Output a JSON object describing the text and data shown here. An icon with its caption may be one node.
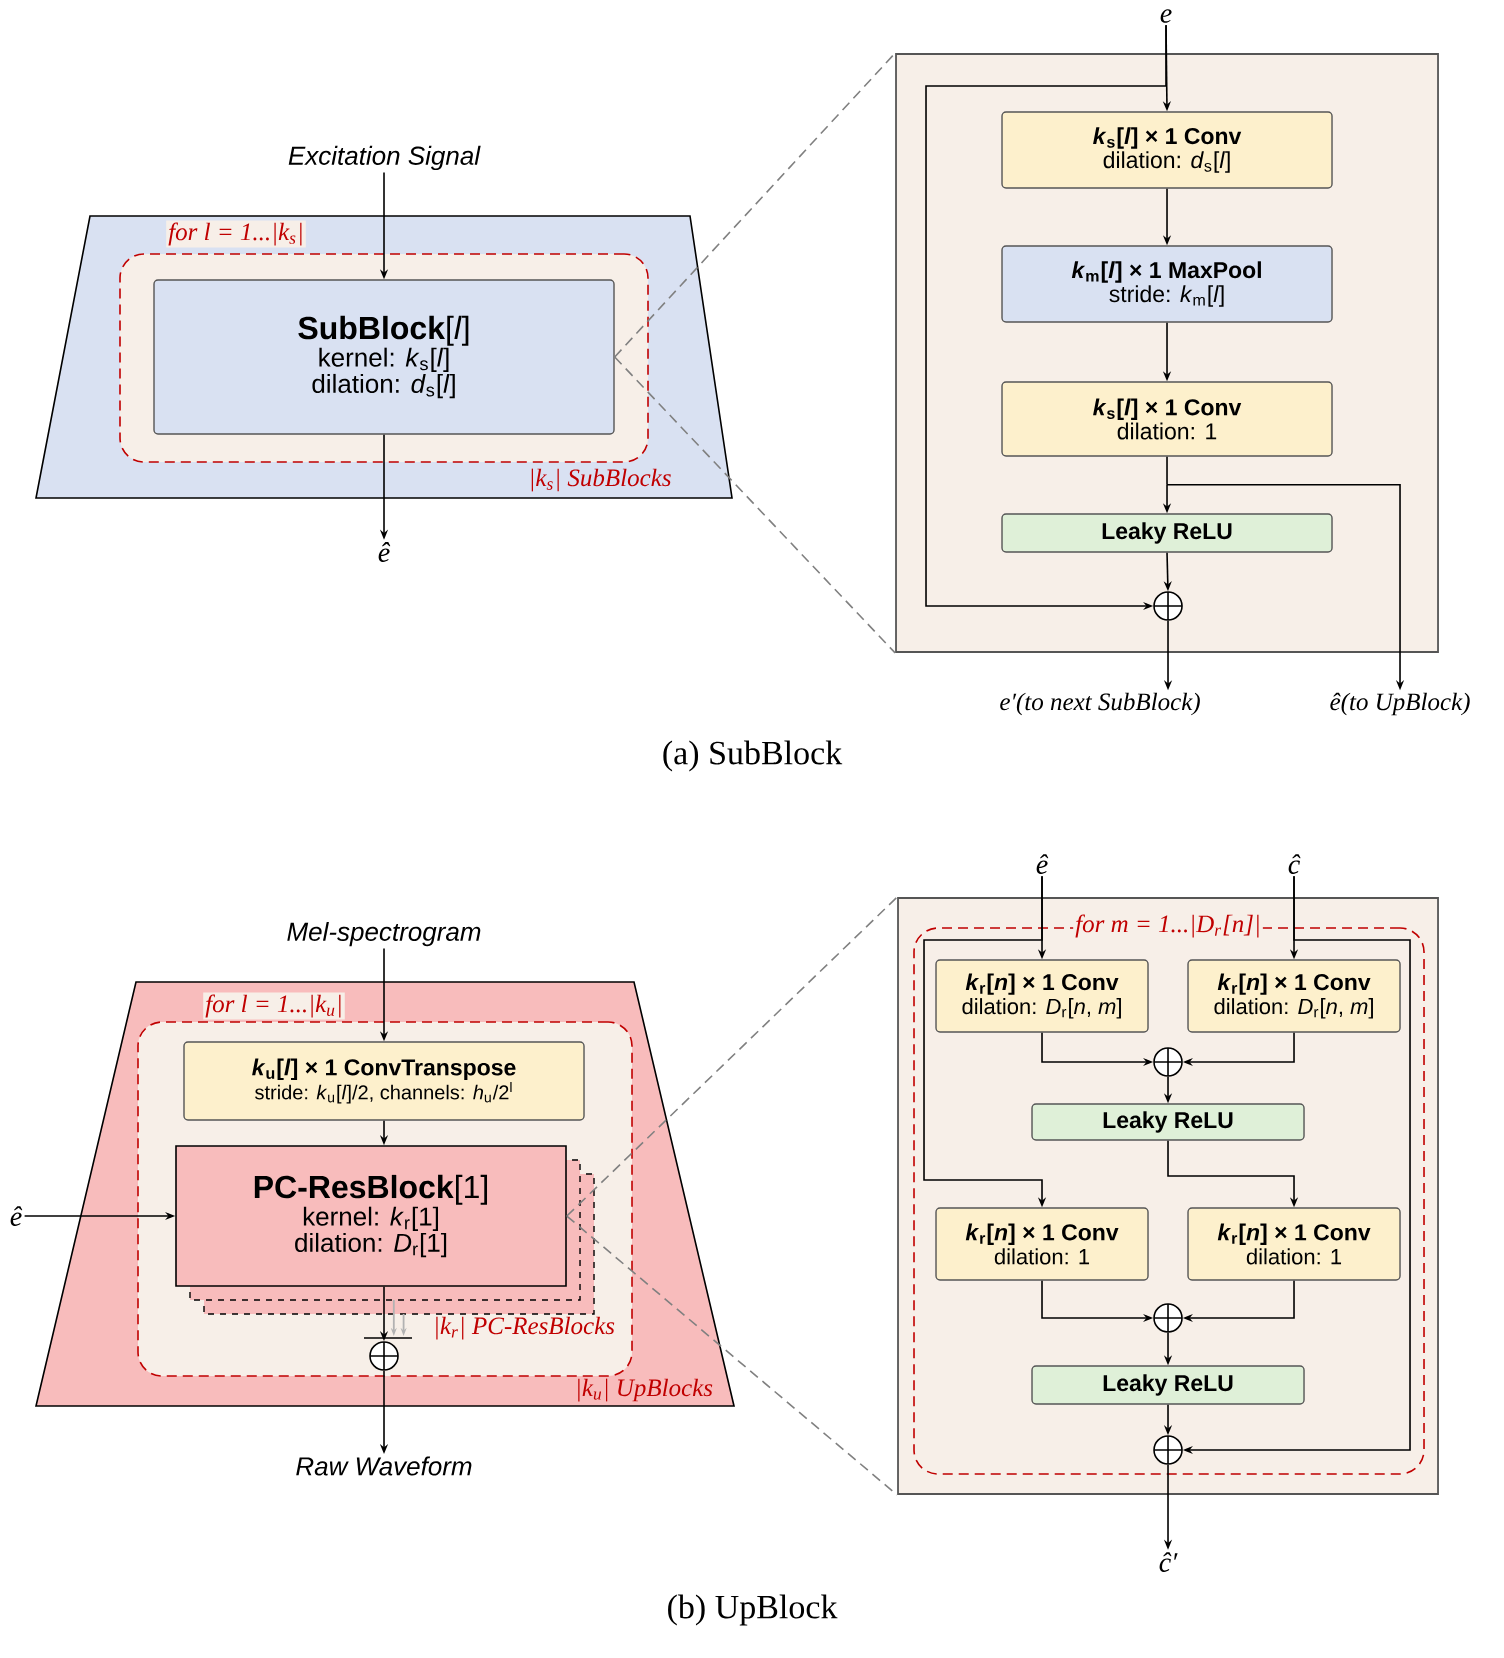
{
  "diagram": {
    "nodes": [
      {
        "text": [
          "Excitation Signal"
        ]
      },
      {
        "text": [
          "|k$_{s}$| SubBlocks"
        ]
      },
      {
        "text": [
          "for l = 1...|k$_{s}$|"
        ],
        "in": 1
      },
      {
        "text": [
          "**SubBlock**[*l*]",
          "kernel: *k*$_{s}$[*l*]",
          "dilation: *d*$_{s}$[*l*]"
        ],
        "in": 2
      },
      {
        "text": [
          "ê"
        ]
      },
      {
        "text": [
          "e"
        ]
      },
      {
        "text": [],
        "shape": "box"
      },
      {
        "text": [
          "*k*$_{s}$[*l*] × 1 Conv",
          "dilation: *d*$_{s}$[*l*]"
        ],
        "in": 6
      },
      {
        "text": [
          "*k*$_{m}$[*l*] × 1 MaxPool",
          "stride: *k*$_{m}$[*l*]"
        ],
        "in": 6
      },
      {
        "text": [
          "*k*$_{s}$[*l*] × 1 Conv",
          "dilation: 1"
        ],
        "in": 6
      },
      {
        "text": [
          "Leaky ReLU"
        ],
        "in": 6
      },
      {
        "text": [],
        "shape": "circle",
        "in": 6
      },
      {
        "text": [
          "e′(to next SubBlock)"
        ]
      },
      {
        "text": [
          "ê(to UpBlock)"
        ]
      },
      {
        "text": [
          "Mel-spectrogram"
        ]
      },
      {
        "text": [
          "|k$_{u}$| UpBlocks"
        ]
      },
      {
        "text": [
          "for l = 1...|k$_{u}$|"
        ],
        "in": 15
      },
      {
        "text": [
          "*k*$_{u}$[*l*] × 1 ConvTranspose",
          "stride: *k*$_{u}$[*l*]/2, channels: *h*$_{u}$/2$^{l}$"
        ],
        "in": 16
      },
      {
        "text": [
          "**PC-ResBlock**[1]",
          "kernel: *k*$_{r}$[1]",
          "dilation: *D*$_{r}$[1]"
        ],
        "beside": [
          "|k$_{r}$| PC-ResBlocks"
        ],
        "in": 16
      },
      {
        "text": [],
        "shape": "circle",
        "in": 16
      },
      {
        "text": [
          "ê"
        ]
      },
      {
        "text": [
          "Raw Waveform"
        ]
      },
      {
        "text": [
          "ê"
        ]
      },
      {
        "text": [
          "ĉ"
        ]
      },
      {
        "text": [],
        "shape": "box"
      },
      {
        "text": [
          "for m = 1...|D$_{r}$[n]|"
        ],
        "in": 24
      },
      {
        "text": [
          "*k*$_{r}$[*n*] × 1 Conv",
          "dilation: *D*$_{r}$[*n*, *m*]"
        ],
        "in": 25
      },
      {
        "text": [
          "*k*$_{r}$[*n*] × 1 Conv",
          "dilation: *D*$_{r}$[*n*, *m*]"
        ],
        "in": 25
      },
      {
        "text": [],
        "shape": "circle",
        "in": 25
      },
      {
        "text": [
          "Leaky ReLU"
        ],
        "in": 25
      },
      {
        "text": [
          "*k*$_{r}$[*n*] × 1 Conv",
          "dilation: 1"
        ],
        "in": 25
      },
      {
        "text": [
          "*k*$_{r}$[*n*] × 1 Conv",
          "dilation: 1"
        ],
        "in": 25
      },
      {
        "text": [],
        "shape": "circle",
        "in": 25
      },
      {
        "text": [
          "Leaky ReLU"
        ],
        "in": 25
      },
      {
        "text": [],
        "shape": "circle",
        "in": 25
      },
      {
        "text": [
          "ĉ′"
        ]
      }
    ],
    "edges": [
      {
        "from": 0,
        "to": 3,
        "arrow": "to"
      },
      {
        "from": 3,
        "to": 4,
        "arrow": "to"
      },
      {
        "from": 3,
        "to": 6,
        "arrow": "none",
        "style": "dashed",
        "color": "#808080"
      },
      {
        "from": 3,
        "to": 6,
        "arrow": "none",
        "style": "dashed",
        "color": "#808080"
      },
      {
        "from": 5,
        "to": 7,
        "arrow": "to"
      },
      {
        "from": 7,
        "to": 8,
        "arrow": "to"
      },
      {
        "from": 8,
        "to": 9,
        "arrow": "to"
      },
      {
        "from": 9,
        "to": 10,
        "arrow": "to"
      },
      {
        "from": 10,
        "to": 11,
        "arrow": "to"
      },
      {
        "from": 5,
        "to": 11,
        "arrow": "to"
      },
      {
        "from": 11,
        "to": 12,
        "arrow": "to"
      },
      {
        "from": 9,
        "to": 13,
        "arrow": "to"
      },
      {
        "from": 14,
        "to": 17,
        "arrow": "to"
      },
      {
        "from": 17,
        "to": 18,
        "arrow": "to"
      },
      {
        "from": 18,
        "to": 19,
        "arrow": "to"
      },
      {
        "from": 20,
        "to": 18,
        "arrow": "to"
      },
      {
        "from": 19,
        "to": 21,
        "arrow": "to"
      },
      {
        "from": 18,
        "to": 24,
        "arrow": "none",
        "style": "dashed",
        "color": "#808080"
      },
      {
        "from": 18,
        "to": 24,
        "arrow": "none",
        "style": "dashed",
        "color": "#808080"
      },
      {
        "from": 22,
        "to": 26,
        "arrow": "to"
      },
      {
        "from": 23,
        "to": 27,
        "arrow": "to"
      },
      {
        "from": 26,
        "to": 28,
        "arrow": "to"
      },
      {
        "from": 27,
        "to": 28,
        "arrow": "to"
      },
      {
        "from": 28,
        "to": 29,
        "arrow": "to"
      },
      {
        "from": 22,
        "to": 30,
        "arrow": "to"
      },
      {
        "from": 29,
        "to": 31,
        "arrow": "to"
      },
      {
        "from": 30,
        "to": 32,
        "arrow": "to"
      },
      {
        "from": 31,
        "to": 32,
        "arrow": "to"
      },
      {
        "from": 32,
        "to": 33,
        "arrow": "to"
      },
      {
        "from": 33,
        "to": 34,
        "arrow": "to"
      },
      {
        "from": 23,
        "to": 34,
        "arrow": "to"
      },
      {
        "from": 34,
        "to": 35,
        "arrow": "to"
      }
    ],
    "labels": [
      "(a) SubBlock",
      "(b) UpBlock"
    ]
  }
}
